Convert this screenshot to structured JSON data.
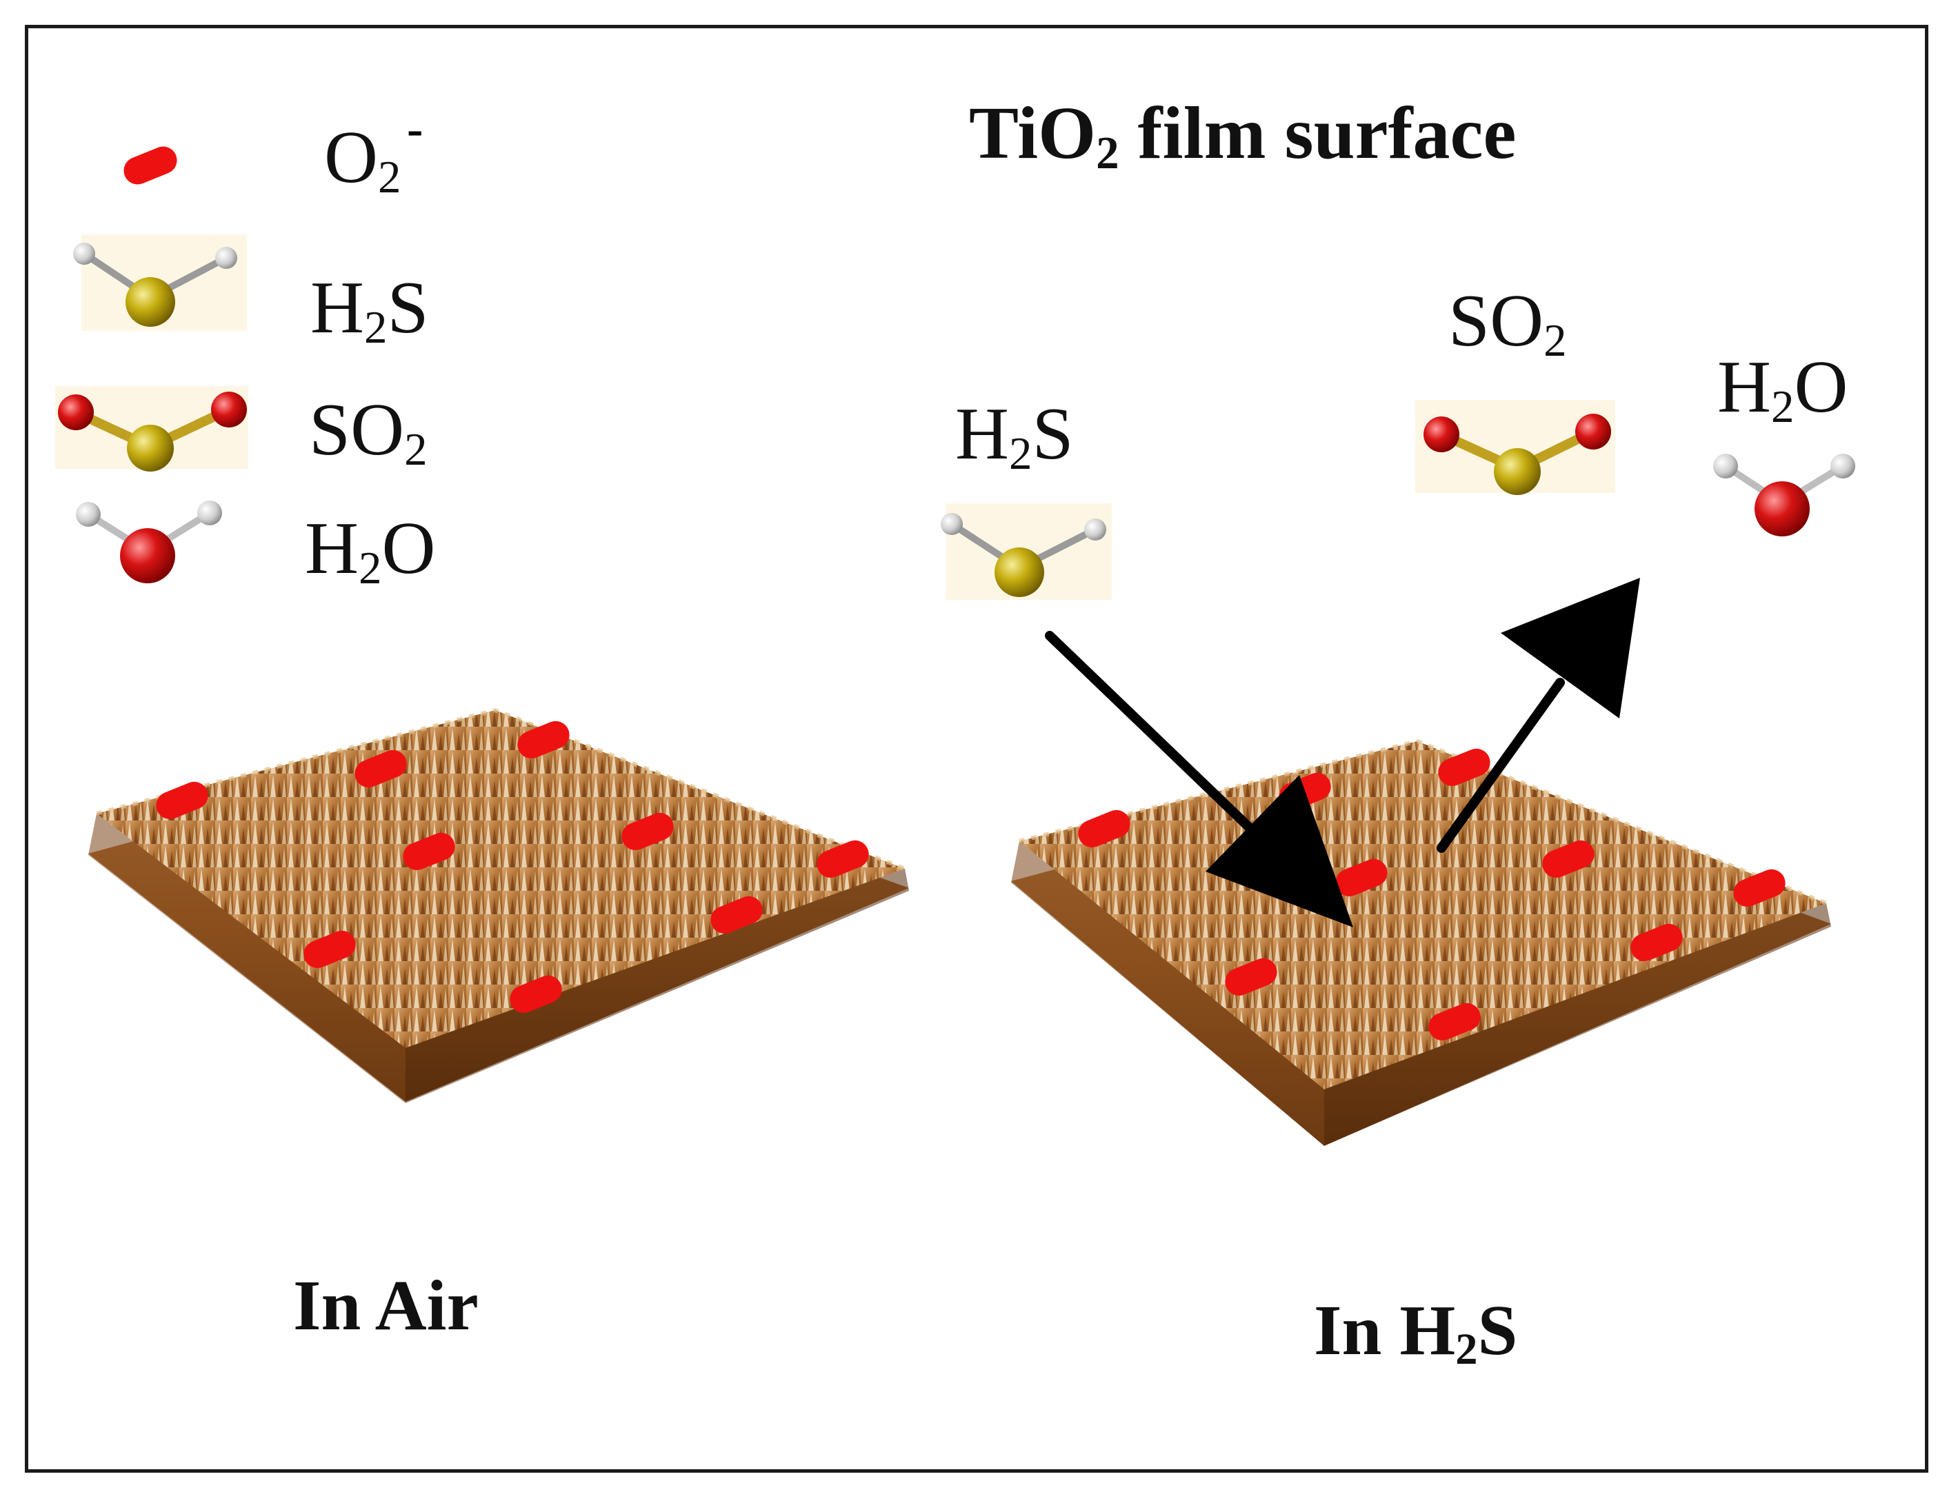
{
  "title": {
    "main": "TiO",
    "sub": "2",
    "rest": " film surface"
  },
  "legend": [
    {
      "main": "O",
      "sub": "2",
      "sup": "-"
    },
    {
      "main": "H",
      "sub": "2",
      "rest": "S"
    },
    {
      "main": "SO",
      "sub": "2",
      "rest": ""
    },
    {
      "main": "H",
      "sub": "2",
      "rest": "O"
    }
  ],
  "right_labels": {
    "h2s": {
      "main": "H",
      "sub": "2",
      "rest": "S"
    },
    "so2": {
      "main": "SO",
      "sub": "2",
      "rest": ""
    },
    "h2o": {
      "main": "H",
      "sub": "2",
      "rest": "O"
    }
  },
  "conditions": {
    "air": "In Air",
    "h2s": {
      "main": "In H",
      "sub": "2",
      "rest": "S"
    }
  },
  "colors": {
    "oxygen_ion": "#ee1111",
    "sulfur": "#b8a000",
    "oxygen_atom": "#d01010",
    "hydrogen": "#e0e0e0",
    "film": "#a0622a",
    "arrow": "#000000"
  }
}
